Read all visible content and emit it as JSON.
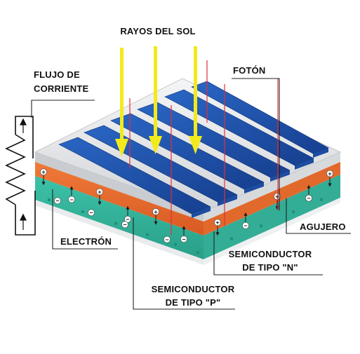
{
  "labels": {
    "rayos": "RAYOS DEL SOL",
    "flujo_line1": "FLUJO DE",
    "flujo_line2": "CORRIENTE",
    "foton": "FOTÓN",
    "electron": "ELECTRÓN",
    "agujero": "AGUJERO",
    "tipo_n_line1": "SEMICONDUCTOR",
    "tipo_n_line2": "DE TIPO \"N\"",
    "tipo_p_line1": "SEMICONDUCTOR",
    "tipo_p_line2": "DE TIPO \"P\""
  },
  "symbols": {
    "plus": "+",
    "minus": "−"
  },
  "colors": {
    "sun_ray": "#f2ea1c",
    "cell_blue": "#1f55b0",
    "grid_silver": "#e6e8ea",
    "n_layer": "#ea6a2e",
    "p_layer": "#2fb39a",
    "photon_line": "#e0303a",
    "callout_line": "#222222"
  },
  "icons": [
    "resistor-icon",
    "current-arrow-icon",
    "sun-ray-arrow-icon"
  ]
}
